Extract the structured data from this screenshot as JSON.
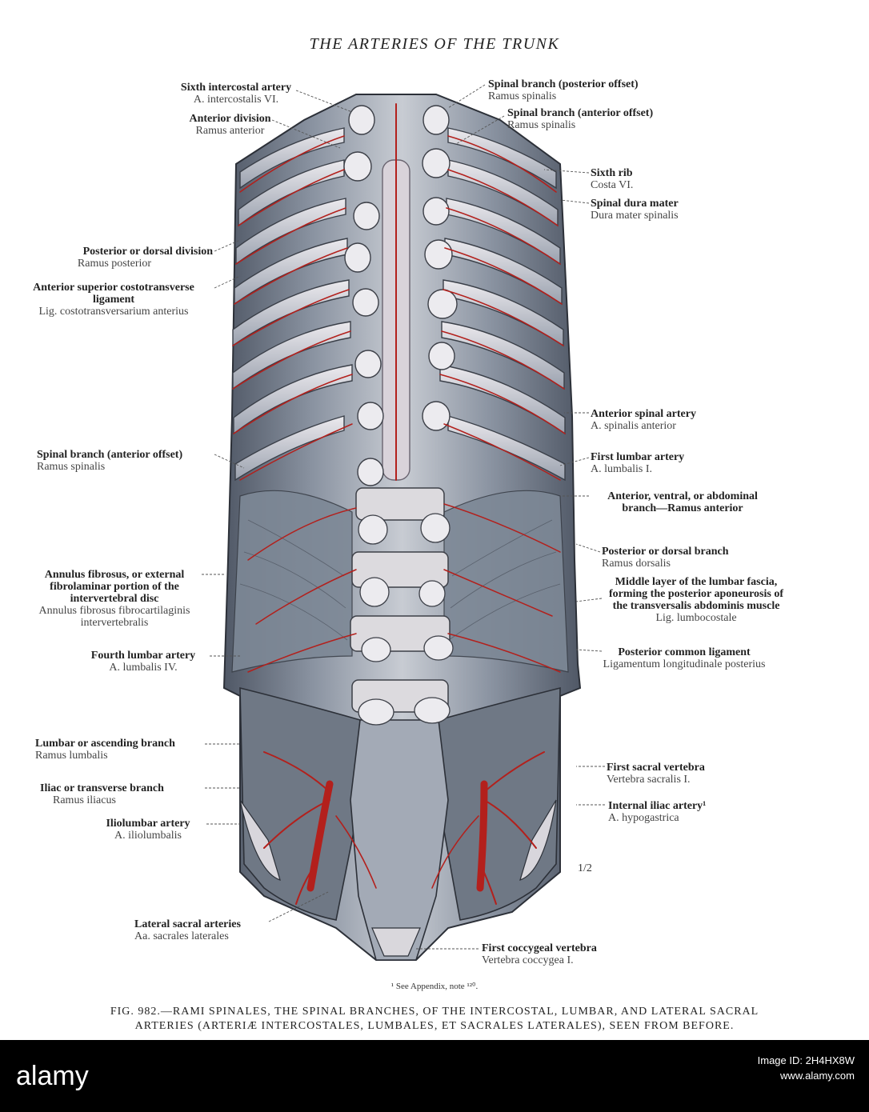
{
  "title": "THE ARTERIES OF THE TRUNK",
  "labels_left": [
    {
      "en": "Sixth intercostal artery",
      "la": "A. intercostalis VI."
    },
    {
      "en": "Anterior division",
      "la": "Ramus anterior"
    },
    {
      "en": "Posterior or dorsal division",
      "la": "Ramus posterior"
    },
    {
      "en": "Anterior superior costotransverse ligament",
      "la": "Lig. costotransversarium anterius"
    },
    {
      "en": "Spinal branch (anterior offset)",
      "la": "Ramus spinalis"
    },
    {
      "en": "Annulus fibrosus, or external fibrolaminar portion of the intervertebral disc",
      "la": "Annulus fibrosus fibrocartilaginis intervertebralis"
    },
    {
      "en": "Fourth lumbar artery",
      "la": "A. lumbalis IV."
    },
    {
      "en": "Lumbar or ascending branch",
      "la": "Ramus lumbalis"
    },
    {
      "en": "Iliac or transverse branch",
      "la": "Ramus iliacus"
    },
    {
      "en": "Iliolumbar artery",
      "la": "A. iliolumbalis"
    },
    {
      "en": "Lateral sacral arteries",
      "la": "Aa. sacrales laterales"
    }
  ],
  "labels_right": [
    {
      "en": "Spinal branch (posterior offset)",
      "la": "Ramus spinalis"
    },
    {
      "en": "Spinal branch (anterior offset)",
      "la": "Ramus spinalis"
    },
    {
      "en": "Sixth rib",
      "la": "Costa VI."
    },
    {
      "en": "Spinal dura mater",
      "la": "Dura mater spinalis"
    },
    {
      "en": "Anterior spinal artery",
      "la": "A. spinalis anterior"
    },
    {
      "en": "First lumbar artery",
      "la": "A. lumbalis I."
    },
    {
      "en": "Anterior, ventral, or abdominal branch—Ramus anterior",
      "la": ""
    },
    {
      "en": "Posterior or dorsal branch",
      "la": "Ramus dorsalis"
    },
    {
      "en": "Middle layer of the lumbar fascia, forming the posterior aponeurosis of the transversalis abdominis muscle",
      "la": "Lig. lumbocostale"
    },
    {
      "en": "Posterior common ligament",
      "la": "Ligamentum longitudinale posterius"
    },
    {
      "en": "First sacral vertebra",
      "la": "Vertebra sacralis I."
    },
    {
      "en": "Internal iliac artery¹",
      "la": "A. hypogastrica"
    },
    {
      "en": "First coccygeal vertebra",
      "la": "Vertebra coccygea I."
    }
  ],
  "scale": "1/2",
  "footnote": "¹ See Appendix, note ¹²⁰.",
  "caption": {
    "line1": "FIG. 982.—RAMI SPINALES, THE SPINAL BRANCHES, OF THE INTERCOSTAL, LUMBAR, AND LATERAL SACRAL",
    "line2": "ARTERIES (ARTERIÆ INTERCOSTALES, LUMBALES, ET SACRALES LATERALES), SEEN FROM BEFORE."
  },
  "footer": {
    "logo": "alamy",
    "image_id_line": "Image ID: 2H4HX8W",
    "site": "www.alamy.com",
    "code": "2H4HX8W"
  },
  "colors": {
    "artery": "#b3201c",
    "bone": "#e9e7ea",
    "muscle": "#7d8896",
    "shadow": "#3e4450"
  }
}
